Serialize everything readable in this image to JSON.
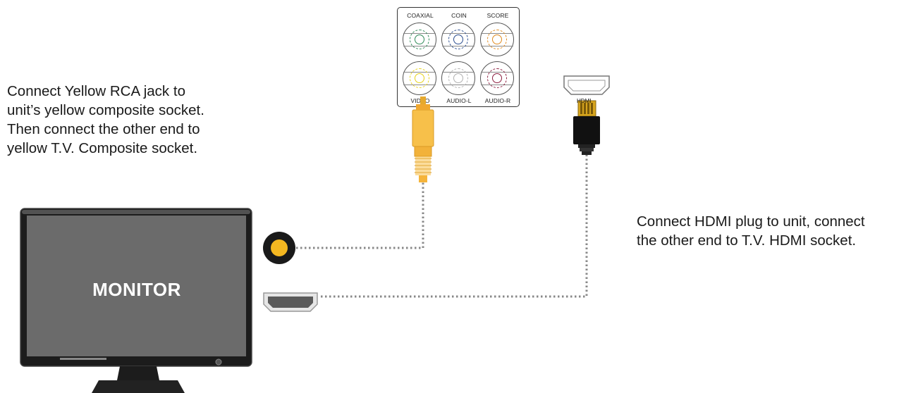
{
  "instructions": {
    "composite": "Connect Yellow RCA jack to\nunit’s yellow composite socket.\nThen connect the other end to\nyellow T.V. Composite socket.",
    "hdmi": "Connect HDMI plug to unit, connect\nthe other end to T.V. HDMI socket."
  },
  "monitor": {
    "label": "MONITOR"
  },
  "panel": {
    "ports": [
      {
        "label": "COAXIAL",
        "color": "#2e8b57"
      },
      {
        "label": "COIN",
        "color": "#2a4d8f"
      },
      {
        "label": "SCORE",
        "color": "#e08a1e"
      },
      {
        "label": "VIDEO",
        "color": "#e6d21a"
      },
      {
        "label": "AUDIO-L",
        "color": "#b0b0b0"
      },
      {
        "label": "AUDIO-R",
        "color": "#8b1e3f"
      }
    ]
  },
  "hdmi_plug": {
    "label": "HDMI"
  },
  "colors": {
    "rca_yellow": "#f7c04a",
    "hdmi_gold": "#d7a51e",
    "monitor_screen": "#6b6b6b",
    "dotted_line": "#888888"
  }
}
